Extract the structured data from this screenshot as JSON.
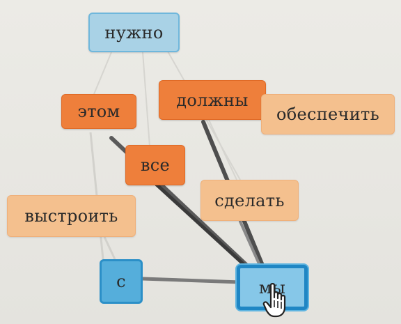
{
  "nodes": {
    "nuzhno": "нужно",
    "etom": "этом",
    "dolzhny": "должны",
    "obespechit": "обеспечить",
    "vse": "все",
    "sdelat": "сделать",
    "vystroit": "выстроить",
    "s": "с",
    "my": "мы"
  },
  "colors": {
    "blue": "#a9d2e6",
    "blue_border": "#6fb7dc",
    "orange": "#ee7f3b",
    "light_orange": "#f4c08e",
    "selected_border": "#1f86c4",
    "edge_dark": "#5a5a5a",
    "edge_light": "#d2d1cc"
  },
  "icons": {
    "cursor": "hand-pointer-icon"
  }
}
